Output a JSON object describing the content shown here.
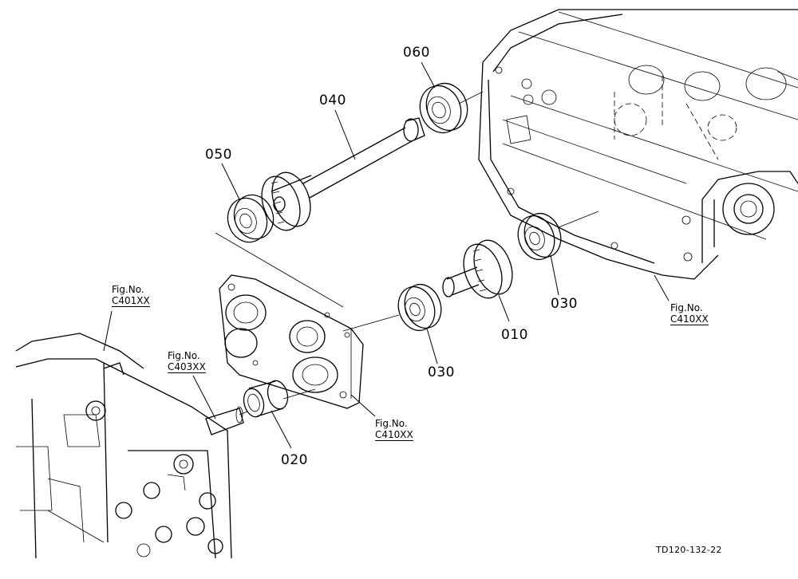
{
  "diagram": {
    "parts": {
      "p010": "010",
      "p020": "020",
      "p030a": "030",
      "p030b": "030",
      "p040": "040",
      "p050": "050",
      "p060": "060"
    },
    "references": {
      "ref_c401": {
        "line1": "Fig.No.",
        "line2": "C401XX"
      },
      "ref_c403": {
        "line1": "Fig.No.",
        "line2": "C403XX"
      },
      "ref_c410_mid": {
        "line1": "Fig.No.",
        "line2": "C410XX"
      },
      "ref_c410_right": {
        "line1": "Fig.No.",
        "line2": "C410XX"
      }
    },
    "drawing_id": "TD120-132-22"
  }
}
